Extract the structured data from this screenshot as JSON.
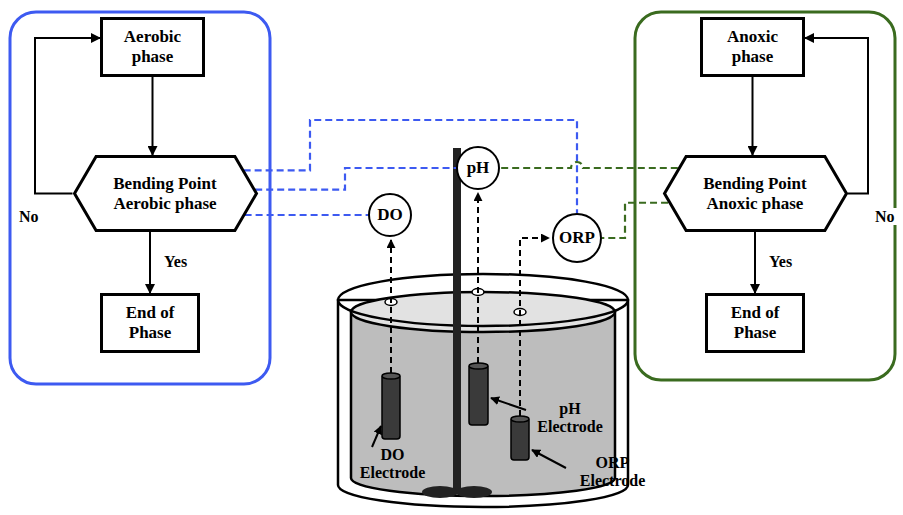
{
  "diagram": {
    "nodes": [
      {
        "text": [
          "Aerobic phase"
        ]
      },
      {
        "text": [
          "Bending Point Aerobic phase"
        ]
      },
      {
        "text": [
          "End of Phase"
        ]
      },
      {
        "text": [
          "Anoxic phase"
        ]
      },
      {
        "text": [
          "Bending Point Anoxic phase"
        ]
      },
      {
        "text": [
          "End of Phase"
        ]
      },
      {
        "text": [
          "DO"
        ]
      },
      {
        "text": [
          "pH"
        ]
      },
      {
        "text": [
          "ORP"
        ]
      }
    ],
    "edges": [
      {
        "from": 0,
        "to": 1,
        "arrow": "to"
      },
      {
        "from": 1,
        "to": 0,
        "label": "No",
        "arrow": "to"
      },
      {
        "from": 1,
        "to": 2,
        "label": "Yes",
        "arrow": "to"
      },
      {
        "from": 3,
        "to": 4,
        "arrow": "to"
      },
      {
        "from": 4,
        "to": 3,
        "label": "No",
        "arrow": "to"
      },
      {
        "from": 4,
        "to": 5,
        "label": "Yes",
        "arrow": "to"
      },
      {
        "from": 1,
        "to": 6,
        "arrow": "none"
      },
      {
        "from": 1,
        "to": 7,
        "arrow": "none"
      },
      {
        "from": 1,
        "to": 8,
        "arrow": "none"
      },
      {
        "from": 4,
        "to": 7,
        "arrow": "none"
      },
      {
        "from": 4,
        "to": 8,
        "arrow": "none"
      }
    ],
    "labels": [
      "DO Electrode",
      "pH Electrode",
      "ORP Electrode"
    ]
  }
}
